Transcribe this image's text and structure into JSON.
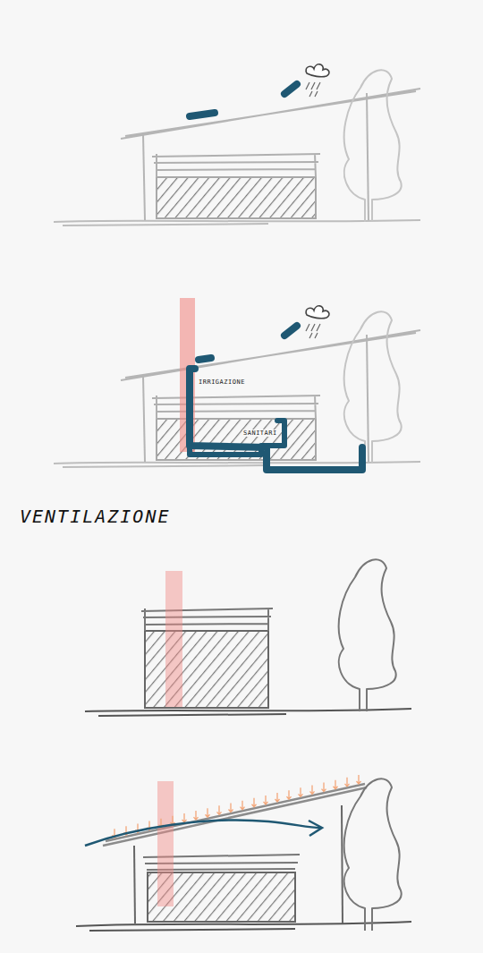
{
  "diagram": {
    "labels": [
      "IRRIGAZIONE",
      "SANITARI",
      "VENTILAZIONE"
    ]
  }
}
